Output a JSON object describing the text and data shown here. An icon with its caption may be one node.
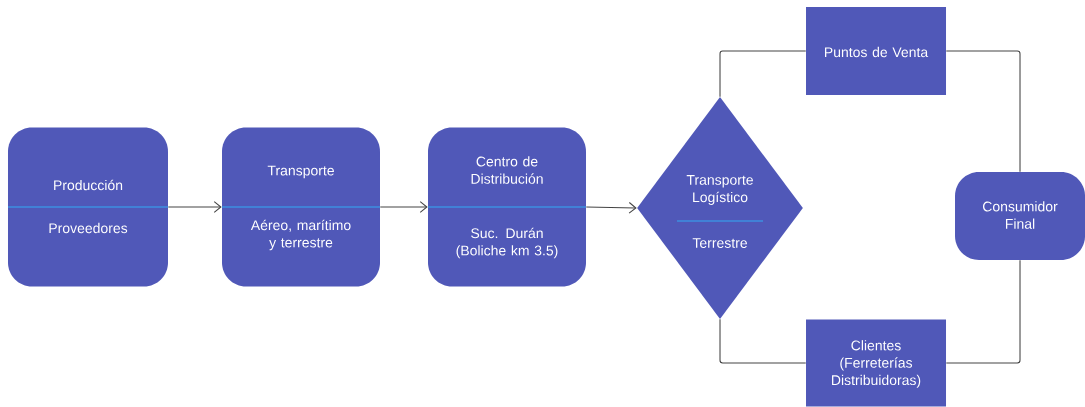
{
  "diagram": {
    "nodes": [
      {
        "text": [
          "Producción",
          "Proveedores"
        ]
      },
      {
        "text": [
          "Transporte",
          "Aéreo, marítimo y terrestre"
        ]
      },
      {
        "text": [
          "Centro de Distribución",
          "Suc. Durán (Boliche km 3.5)"
        ]
      },
      {
        "text": [
          "Transporte Logístico",
          "Terrestre"
        ]
      },
      {
        "text": [
          "Puntos de Venta"
        ]
      },
      {
        "text": [
          "Consumidor Final"
        ]
      },
      {
        "text": [
          "Clientes (Ferreterías Distribuidoras)"
        ]
      }
    ],
    "edges": [
      {
        "from": 0,
        "to": 1,
        "arrow": "to"
      },
      {
        "from": 1,
        "to": 2,
        "arrow": "to"
      },
      {
        "from": 2,
        "to": 3,
        "arrow": "to"
      },
      {
        "from": 3,
        "to": 4,
        "arrow": "none"
      },
      {
        "from": 4,
        "to": 5,
        "arrow": "none"
      },
      {
        "from": 3,
        "to": 6,
        "arrow": "none"
      },
      {
        "from": 6,
        "to": 5,
        "arrow": "none"
      }
    ]
  }
}
